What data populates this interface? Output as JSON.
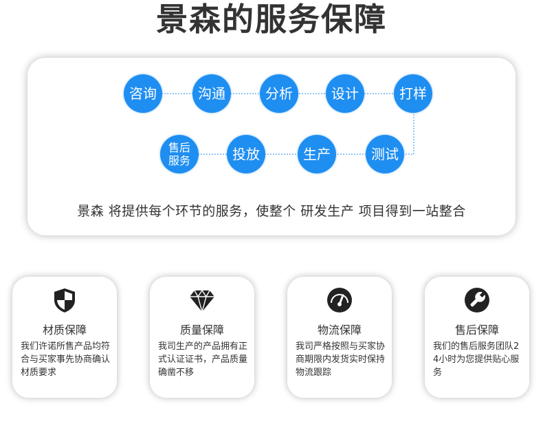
{
  "title": "景森的服务保障",
  "process": {
    "steps": [
      {
        "label": "咨询"
      },
      {
        "label": "沟通"
      },
      {
        "label": "分析"
      },
      {
        "label": "设计"
      },
      {
        "label": "打样"
      },
      {
        "label": "测试"
      },
      {
        "label": "生产"
      },
      {
        "label": "投放"
      },
      {
        "label": "售后\n服务"
      }
    ],
    "summary": "景森 将提供每个环节的服务，使整个 研发生产 项目得到一站整合"
  },
  "cards": [
    {
      "title": "材质保障",
      "text": "我们许诺所售产品均符合与买家事先协商确认材质要求",
      "icon": "shield-icon"
    },
    {
      "title": "质量保障",
      "text": "我司生产的产品拥有正式认证证书，产品质量确凿不移",
      "icon": "diamond-icon"
    },
    {
      "title": "物流保障",
      "text": "我司严格按照与买家协商期限内发货实时保持物流跟踪",
      "icon": "speedometer-icon"
    },
    {
      "title": "售后保障",
      "text": "我们的售后服务团队24小时为您提供贴心服务",
      "icon": "wrench-icon"
    }
  ],
  "colors": {
    "accent": "#1f8ef1",
    "icon": "#222222"
  }
}
